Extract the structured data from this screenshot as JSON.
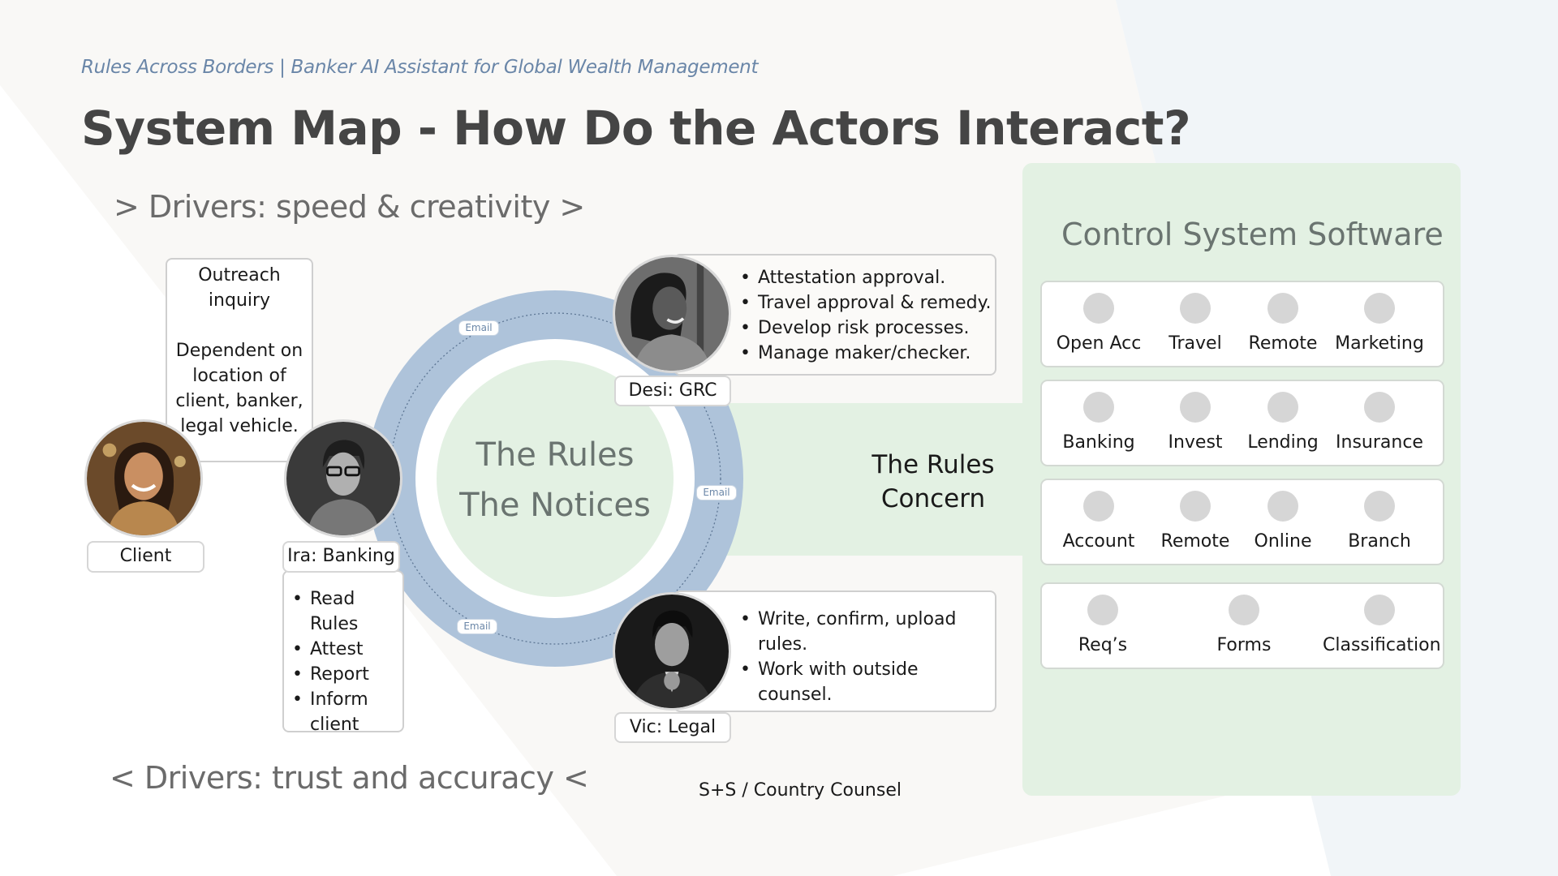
{
  "header": {
    "subtitle": "Rules Across Borders |  Banker AI Assistant for Global Wealth Management",
    "title": "System Map - How Do the Actors Interact?"
  },
  "drivers": {
    "top": "> Drivers: speed & creativity >",
    "bottom": "< Drivers: trust and accuracy <"
  },
  "colors": {
    "ring": "#aec3da",
    "center_fill": "#e3f1e3",
    "panel_fill": "#e3f1e3",
    "subtitle": "#6a86a8",
    "dot": "#d6d6d6"
  },
  "outreach": {
    "line1": "Outreach",
    "line2": "inquiry",
    "line3": "Dependent on",
    "line4": "location of",
    "line5": "client, banker,",
    "line6": "legal vehicle."
  },
  "actors": {
    "client": {
      "label": "Client",
      "avatar": "client-photo"
    },
    "ira": {
      "label": "Ira: Banking",
      "avatar": "ira-photo",
      "tasks": [
        "Read Rules",
        "Attest",
        "Report",
        "Inform client"
      ]
    },
    "desi": {
      "label": "Desi: GRC",
      "avatar": "desi-photo",
      "tasks": [
        "Attestation approval.",
        "Travel approval & remedy.",
        "Develop risk processes.",
        "Manage maker/checker."
      ]
    },
    "vic": {
      "label": "Vic: Legal",
      "avatar": "vic-photo",
      "tasks": [
        "Write, confirm, upload rules.",
        "Work with outside counsel."
      ]
    }
  },
  "center": {
    "line1": "The Rules",
    "line2": "The Notices"
  },
  "email_labels": [
    "Email",
    "Email",
    "Email"
  ],
  "concern": {
    "line1": "The Rules",
    "line2": "Concern"
  },
  "counsel": "S+S / Country Counsel",
  "control_panel": {
    "title": "Control System Software",
    "rows": [
      [
        "Open Acc",
        "Travel",
        "Remote",
        "Marketing"
      ],
      [
        "Banking",
        "Invest",
        "Lending",
        "Insurance"
      ],
      [
        "Account",
        "Remote",
        "Online",
        "Branch"
      ],
      [
        "Req’s",
        "Forms",
        "Classification"
      ]
    ]
  }
}
